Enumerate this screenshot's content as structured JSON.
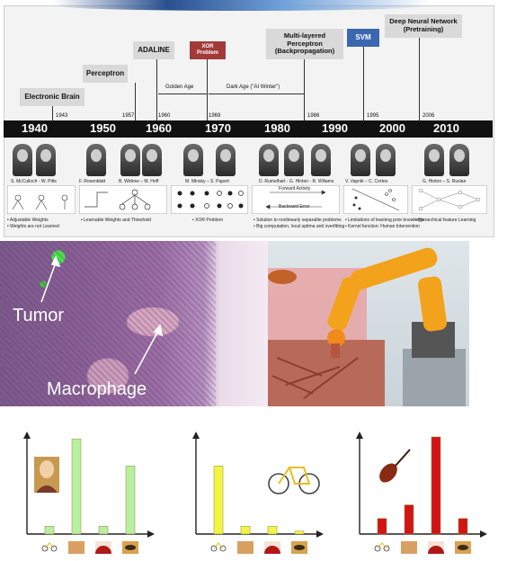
{
  "timeline": {
    "milestones": [
      {
        "label": "Electronic Brain",
        "year_tick": "1943"
      },
      {
        "label": "Perceptron",
        "year_tick": "1957"
      },
      {
        "label": "ADALINE",
        "year_tick": "1960"
      },
      {
        "label": "XOR Problem",
        "year_tick": "1969"
      },
      {
        "label": "Multi-layered Perceptron (Backpropagation)",
        "year_tick": "1986"
      },
      {
        "label": "SVM",
        "year_tick": "1995"
      },
      {
        "label": "Deep Neural Network (Pretraining)",
        "year_tick": "2006"
      }
    ],
    "eras": [
      {
        "label": "Golden Age"
      },
      {
        "label": "Dark Age (\"AI Winter\")"
      }
    ],
    "decades": [
      "1940",
      "1950",
      "1960",
      "1970",
      "1980",
      "1990",
      "2000",
      "2010"
    ],
    "people": [
      "S. McCulloch - W. Pitts",
      "F. Rosenblatt",
      "B. Widrow – M. Hoff",
      "M. Minsky – S. Papert",
      "D. Rumelhart - G. Hinton - R. Wiliams",
      "V. Vapnik – C. Cortes",
      "G. Hinton – S. Ruslan"
    ],
    "notes": [
      "• Adjustable Weights\n• Weights are not Learned",
      "• Learnable Weights and Threshold",
      "• XOR Problem",
      "• Solution to nonlinearly separable problems\n• Big computation, local optima and overfitting",
      "• Limitations of learning prior knowledge\n• Kernel function: Human Intervention",
      "• Hierarchical feature Learning"
    ],
    "diagram_labels": [
      "Forward Activity",
      "Backward Error"
    ],
    "colors": {
      "highlight_red": "#a33a3a",
      "highlight_blue": "#3a67b0",
      "box_gray": "#d9d9d9"
    }
  },
  "images": {
    "histology_labels": [
      "Tumor",
      "Macrophage"
    ]
  },
  "chart_data": [
    {
      "type": "bar",
      "categories": [
        "bicycle",
        "face",
        "violin",
        "eye"
      ],
      "values": [
        0.8,
        9.8,
        0.8,
        7.0
      ],
      "color": "#b8f0a0",
      "ylim": [
        0,
        10
      ],
      "title": "",
      "xlabel": "",
      "ylabel": ""
    },
    {
      "type": "bar",
      "categories": [
        "bicycle",
        "face",
        "violin",
        "eye"
      ],
      "values": [
        7.0,
        0.8,
        0.8,
        0.3
      ],
      "color": "#f2f542",
      "ylim": [
        0,
        10
      ],
      "title": "",
      "xlabel": "",
      "ylabel": ""
    },
    {
      "type": "bar",
      "categories": [
        "bicycle",
        "face",
        "violin",
        "eye"
      ],
      "values": [
        1.6,
        3.0,
        10.0,
        1.6
      ],
      "color": "#d41414",
      "ylim": [
        0,
        10
      ],
      "title": "",
      "xlabel": "",
      "ylabel": ""
    }
  ]
}
